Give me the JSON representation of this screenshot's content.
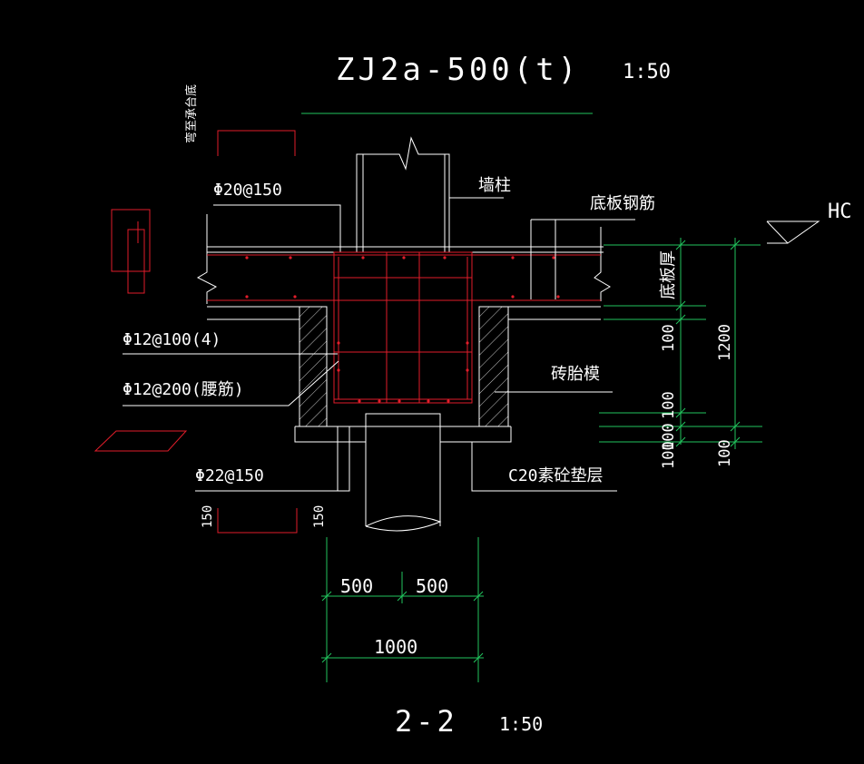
{
  "title": "ZJ2a-500(t)",
  "title_scale": "1:50",
  "section_label": "2-2",
  "section_scale": "1:50",
  "labels": {
    "anchor_note": "弯至承台底",
    "rebar_top": "Φ20@150",
    "wall_column": "墙柱",
    "slab_rebar": "底板钢筋",
    "stirrup": "Φ12@100(4)",
    "waist_bar": "Φ12@200(腰筋)",
    "brick_mould": "砖胎模",
    "rebar_bottom": "Φ22@150",
    "cushion": "C20素砼垫层",
    "slab_thickness": "底板厚",
    "hc": "HC"
  },
  "dimensions": {
    "left_150": "150",
    "right_150": "150",
    "width_left": "500",
    "width_right": "500",
    "width_total": "1000",
    "right_100_top": "100",
    "right_100_mid_a": "100",
    "right_100_mid_b": "100",
    "right_100_bottom": "100",
    "height_total": "1200",
    "right_100_far": "100"
  },
  "colors": {
    "background": "#000000",
    "text": "#ffffff",
    "dimension": "#22c55e",
    "rebar": "#e11d2a"
  }
}
